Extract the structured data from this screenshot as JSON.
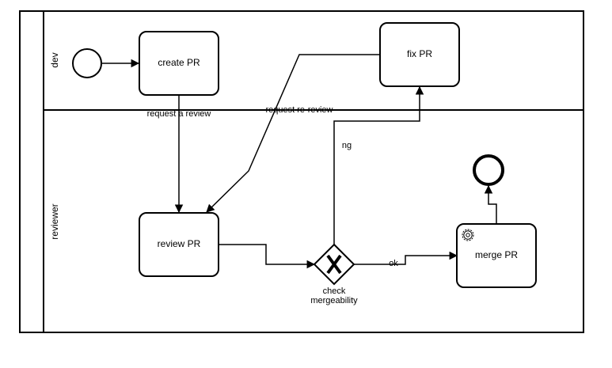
{
  "lanes": {
    "dev": "dev",
    "reviewer": "reviewer"
  },
  "tasks": {
    "create_pr": "create PR",
    "fix_pr": "fix PR",
    "review_pr": "review PR",
    "merge_pr": "merge PR"
  },
  "gateway": {
    "label_line1": "check",
    "label_line2": "mergeability",
    "icon": "x-exclusive-gateway-icon"
  },
  "flows": {
    "request_review": "request a review",
    "request_re_review": "request re-review",
    "ng": "ng",
    "ok": "ok"
  },
  "icons": {
    "start_event": "start-event-circle",
    "end_event": "end-event-thick-circle",
    "service_task": "gear-icon"
  }
}
